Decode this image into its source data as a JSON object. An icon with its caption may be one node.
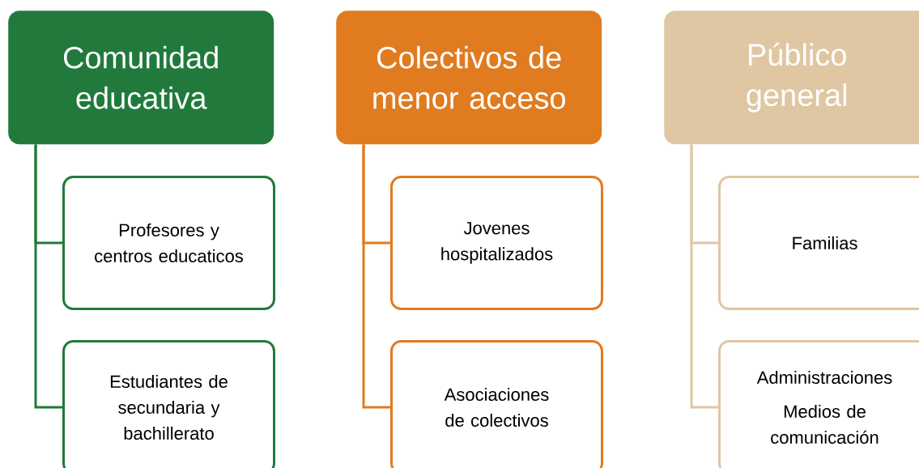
{
  "diagram": {
    "nodes": [
      {
        "text": [
          "Comunidad educativa"
        ]
      },
      {
        "text": [
          "Profesores y centros educaticos"
        ]
      },
      {
        "text": [
          "Estudiantes de secundaria y bachillerato"
        ]
      },
      {
        "text": [
          "Colectivos de menor acceso"
        ]
      },
      {
        "text": [
          "Jovenes hospitalizados"
        ]
      },
      {
        "text": [
          "Asociaciones de colectivos"
        ]
      },
      {
        "text": [
          "Público general"
        ]
      },
      {
        "text": [
          "Familias"
        ]
      },
      {
        "text": [
          "Administraciones",
          "Medios de comunicación"
        ]
      }
    ],
    "edges": [
      {
        "from": 0,
        "to": 1,
        "arrow": "none"
      },
      {
        "from": 0,
        "to": 2,
        "arrow": "none"
      },
      {
        "from": 3,
        "to": 4,
        "arrow": "none",
        "color": "#e07b20"
      },
      {
        "from": 3,
        "to": 5,
        "arrow": "none",
        "color": "#e07b20"
      },
      {
        "from": 6,
        "to": 7,
        "arrow": "none",
        "color": "#dfc7a3"
      },
      {
        "from": 6,
        "to": 8,
        "arrow": "none",
        "color": "#dfc7a3"
      }
    ]
  }
}
